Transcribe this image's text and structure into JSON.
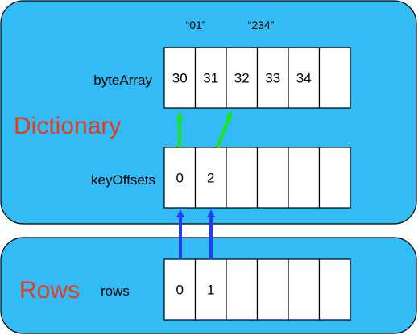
{
  "colors": {
    "panel_fill": "#33bbf5",
    "panel_stroke": "#000000",
    "cell_fill": "#ffffff",
    "section_title": "#e8391c",
    "arrow_green": "#19e619",
    "arrow_blue": "#1f3ff0"
  },
  "dictionary": {
    "title": "Dictionary",
    "string_labels": [
      "“01”",
      "“234”"
    ],
    "byte_array": {
      "label": "byteArray",
      "cells": [
        "30",
        "31",
        "32",
        "33",
        "34",
        ""
      ]
    },
    "key_offsets": {
      "label": "keyOffsets",
      "cells": [
        "0",
        "2",
        "",
        "",
        "",
        ""
      ]
    }
  },
  "rows_section": {
    "title": "Rows",
    "rows": {
      "label": "rows",
      "cells": [
        "0",
        "1",
        "",
        "",
        "",
        ""
      ]
    }
  }
}
